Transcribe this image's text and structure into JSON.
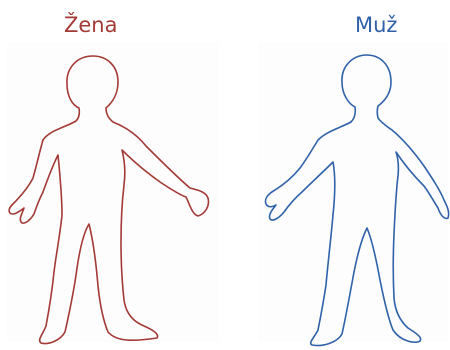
{
  "labels": {
    "female": "Žena",
    "male": "Muž"
  },
  "colors": {
    "female": "#a33a36",
    "male": "#2f62a8"
  },
  "icons": {
    "female_figure": "female-body-outline",
    "male_figure": "male-body-outline"
  }
}
